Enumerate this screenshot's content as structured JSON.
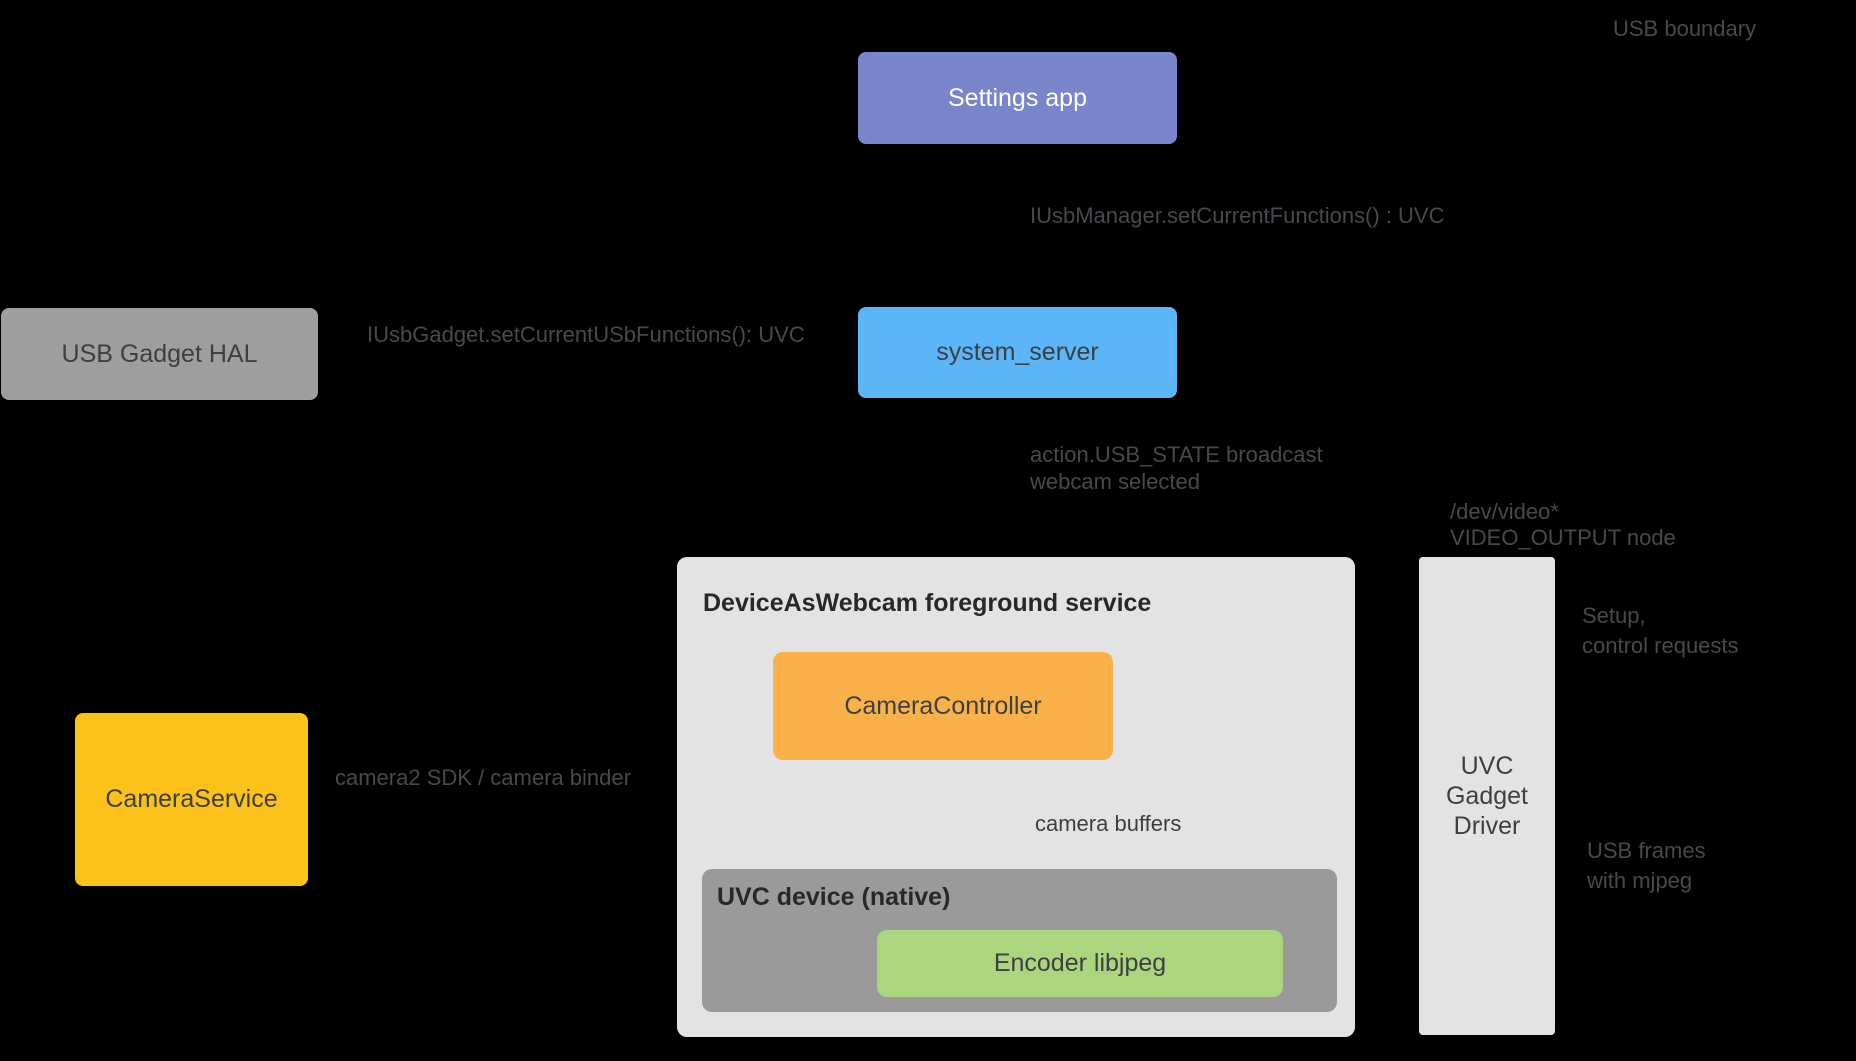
{
  "diagram": {
    "background": "#000000",
    "arrow_color": "#000000",
    "nodes": {
      "settings_app": {
        "label": "Settings app",
        "color": "#7986CB",
        "text_color": "#FFFFFF"
      },
      "system_server": {
        "label": "system_server",
        "color": "#5CB5F6",
        "text_color": "#3C4043"
      },
      "usb_gadget_hal": {
        "label": "USB Gadget HAL",
        "color": "#9E9E9E",
        "text_color": "#3C4043"
      },
      "camera_service": {
        "label": "CameraService",
        "color": "#FCC21A",
        "text_color": "#3C4043"
      },
      "foreground_service": {
        "title": "DeviceAsWebcam foreground service",
        "color": "#E3E3E3"
      },
      "camera_controller": {
        "label": "CameraController",
        "color": "#FBB14A",
        "text_color": "#3C4043"
      },
      "uvc_device": {
        "title": "UVC device (native)",
        "color": "#9A9A9A"
      },
      "encoder": {
        "label": "Encoder libjpeg",
        "color": "#ACD67E",
        "text_color": "#3C4043"
      },
      "uvc_gadget_driver": {
        "label": "UVC\nGadget\nDriver",
        "color": "#E3E3E3",
        "text_color": "#3C4043"
      }
    },
    "annotations": {
      "usb_boundary": "USB boundary",
      "iusbmanager": "IUsbManager.setCurrentFunctions() : UVC",
      "iusbgadget": "IUsbGadget.setCurrentUSbFunctions(): UVC",
      "usb_state": "action.USB_STATE broadcast\nwebcam selected",
      "dev_video": "/dev/video*\nVIDEO_OUTPUT node",
      "setup": "Setup,\ncontrol requests",
      "usb_frames": "USB frames\nwith mjpeg",
      "camera2": "camera2 SDK / camera binder",
      "camera_buffers": "camera buffers"
    }
  }
}
